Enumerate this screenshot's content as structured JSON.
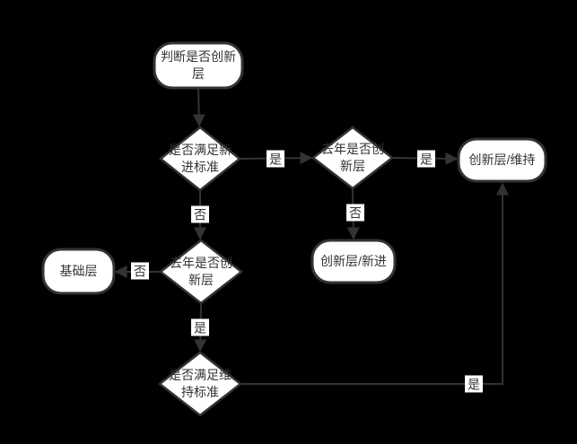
{
  "diagram": {
    "title": "innovation-tier-decision-flowchart",
    "background_color": "#000000",
    "node_fill_color": "#ffffff",
    "stroke_color": "#333333",
    "text_color": "#333333",
    "nodes": {
      "start": {
        "label": "判断是否创新层",
        "shape": "rounded"
      },
      "check_new": {
        "label": "是否满足新进标准",
        "shape": "diamond"
      },
      "last_year_top": {
        "label": "去年是否创新层",
        "shape": "diamond"
      },
      "maintain": {
        "label": "创新层/维持",
        "shape": "rounded"
      },
      "last_year_left": {
        "label": "去年是否创新层",
        "shape": "diamond"
      },
      "base_tier": {
        "label": "基础层",
        "shape": "rounded"
      },
      "new_entry": {
        "label": "创新层/新进",
        "shape": "rounded"
      },
      "check_maintain": {
        "label": "是否满足维持标准",
        "shape": "diamond"
      }
    },
    "edge_labels": {
      "check_new_yes": "是",
      "last_year_top_yes": "是",
      "check_new_no": "否",
      "last_year_top_no": "否",
      "last_year_left_no": "否",
      "last_year_left_yes": "是",
      "check_maintain_yes": "是"
    }
  }
}
